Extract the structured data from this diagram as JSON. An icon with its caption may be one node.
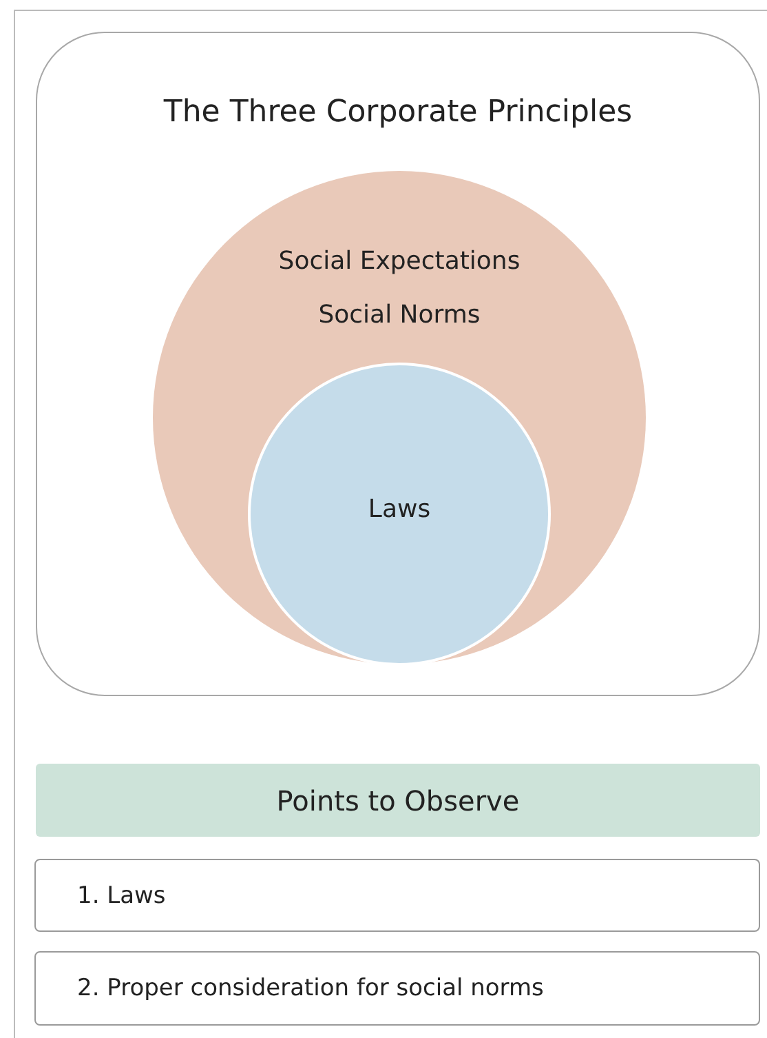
{
  "diagram": {
    "nodes": [
      {
        "text": [
          "The Three Corporate Principles"
        ]
      },
      {
        "text": [
          "Social Expectations",
          "Social Norms"
        ],
        "in": 0
      },
      {
        "text": [
          "Laws"
        ],
        "in": 1
      },
      {
        "text": [
          "Points to Observe"
        ]
      },
      {
        "text": [
          "1. Laws"
        ]
      },
      {
        "text": [
          "2. Proper consideration for social norms"
        ]
      }
    ],
    "edges": []
  }
}
